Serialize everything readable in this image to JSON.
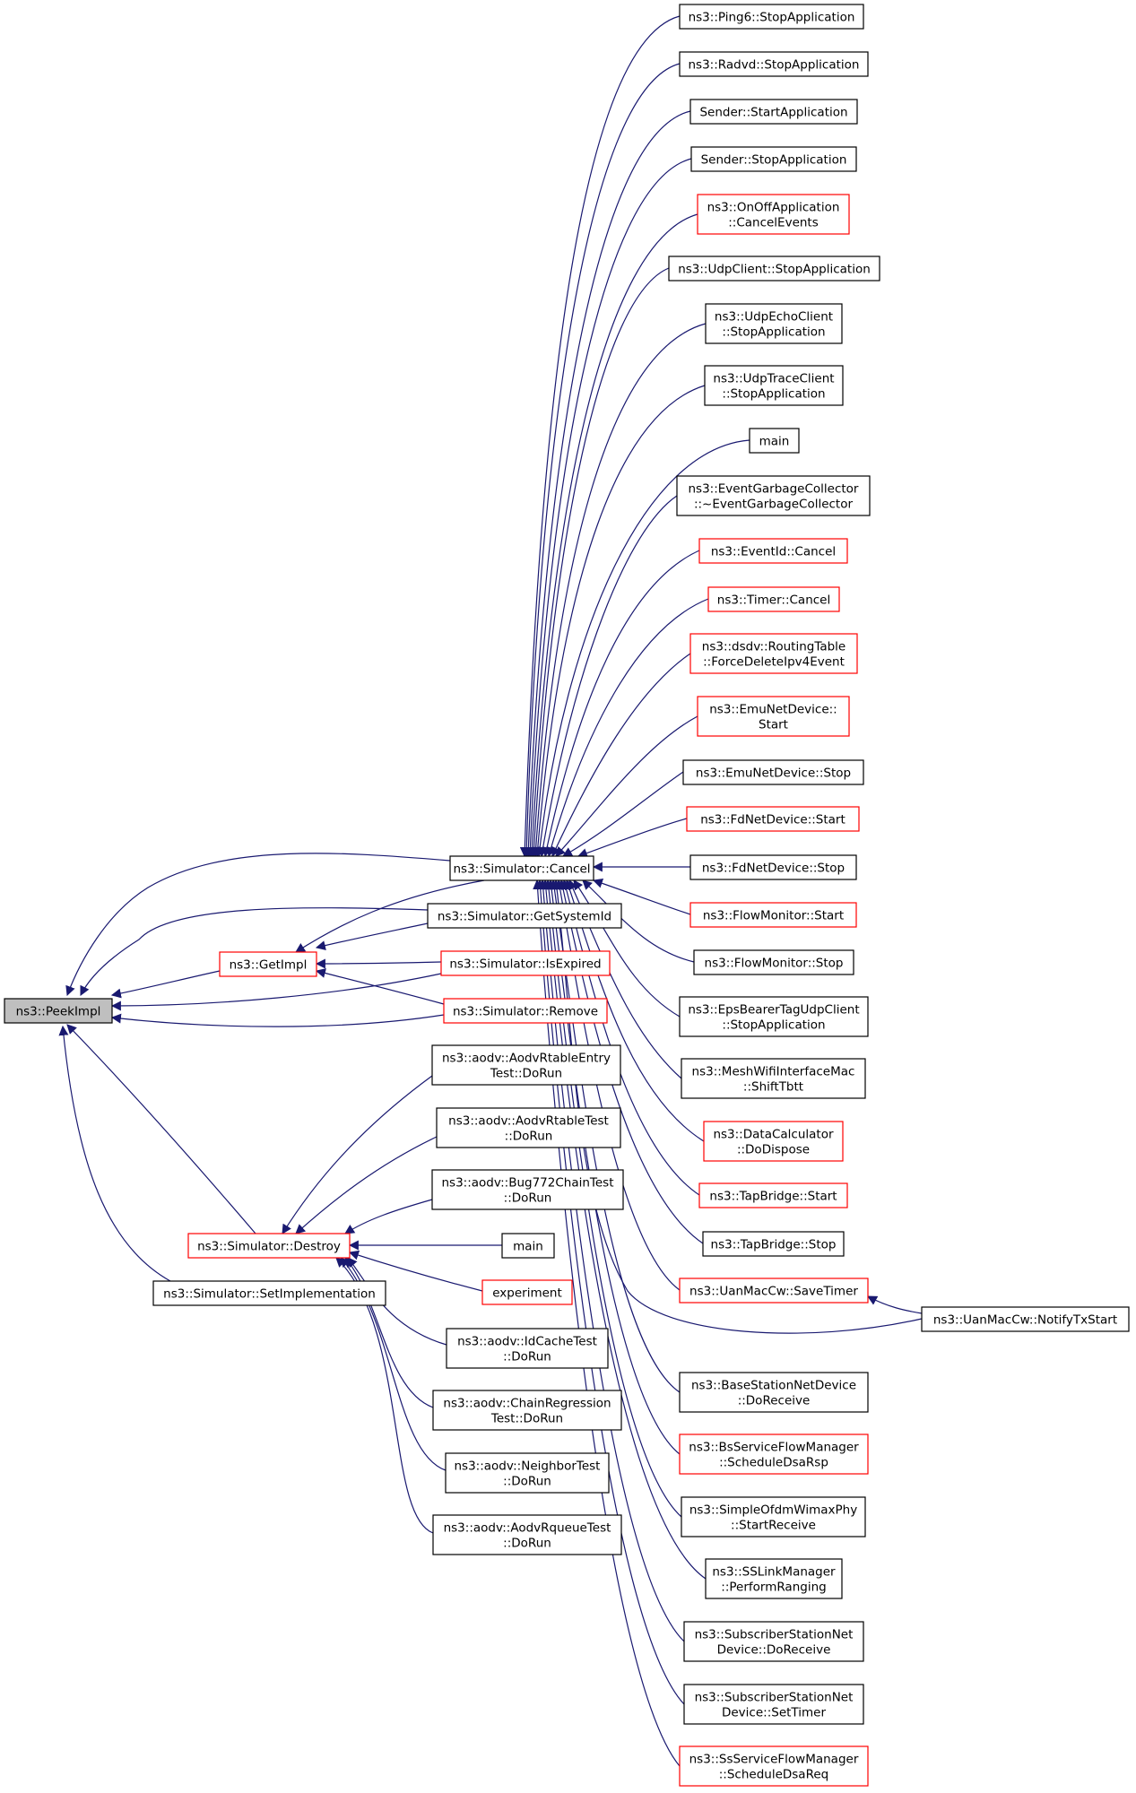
{
  "diagram": {
    "colors": {
      "edge": "#191970",
      "arrowhead": "#191970",
      "node_border_default": "#000000",
      "node_border_truncated": "#ff0000",
      "node_fill_focus": "#bfbfbf",
      "node_fill_default": "#ffffff"
    },
    "nodes": [
      {
        "id": "peekimpl",
        "lines": [
          "ns3::PeekImpl"
        ],
        "border": "black",
        "focus": true
      },
      {
        "id": "getimpl",
        "lines": [
          "ns3::GetImpl"
        ],
        "border": "red"
      },
      {
        "id": "cancel",
        "lines": [
          "ns3::Simulator::Cancel"
        ],
        "border": "black"
      },
      {
        "id": "getsystemid",
        "lines": [
          "ns3::Simulator::GetSystemId"
        ],
        "border": "black"
      },
      {
        "id": "isexpired",
        "lines": [
          "ns3::Simulator::IsExpired"
        ],
        "border": "red"
      },
      {
        "id": "remove",
        "lines": [
          "ns3::Simulator::Remove"
        ],
        "border": "red"
      },
      {
        "id": "destroy",
        "lines": [
          "ns3::Simulator::Destroy"
        ],
        "border": "red"
      },
      {
        "id": "setimpl",
        "lines": [
          "ns3::Simulator::SetImplementation"
        ],
        "border": "black"
      },
      {
        "id": "ping6",
        "lines": [
          "ns3::Ping6::StopApplication"
        ],
        "border": "black"
      },
      {
        "id": "radvd",
        "lines": [
          "ns3::Radvd::StopApplication"
        ],
        "border": "black"
      },
      {
        "id": "senderstart",
        "lines": [
          "Sender::StartApplication"
        ],
        "border": "black"
      },
      {
        "id": "senderstop",
        "lines": [
          "Sender::StopApplication"
        ],
        "border": "black"
      },
      {
        "id": "onoff",
        "lines": [
          "ns3::OnOffApplication",
          "::CancelEvents"
        ],
        "border": "red"
      },
      {
        "id": "udpclient",
        "lines": [
          "ns3::UdpClient::StopApplication"
        ],
        "border": "black"
      },
      {
        "id": "udpecho",
        "lines": [
          "ns3::UdpEchoClient",
          "::StopApplication"
        ],
        "border": "black"
      },
      {
        "id": "udptrace",
        "lines": [
          "ns3::UdpTraceClient",
          "::StopApplication"
        ],
        "border": "black"
      },
      {
        "id": "main1",
        "lines": [
          "main"
        ],
        "border": "black"
      },
      {
        "id": "egc",
        "lines": [
          "ns3::EventGarbageCollector",
          "::~EventGarbageCollector"
        ],
        "border": "black"
      },
      {
        "id": "eventid",
        "lines": [
          "ns3::EventId::Cancel"
        ],
        "border": "red"
      },
      {
        "id": "timer",
        "lines": [
          "ns3::Timer::Cancel"
        ],
        "border": "red"
      },
      {
        "id": "dsdv",
        "lines": [
          "ns3::dsdv::RoutingTable",
          "::ForceDeleteIpv4Event"
        ],
        "border": "red"
      },
      {
        "id": "emustart",
        "lines": [
          "ns3::EmuNetDevice::",
          "Start"
        ],
        "border": "red"
      },
      {
        "id": "emustop",
        "lines": [
          "ns3::EmuNetDevice::Stop"
        ],
        "border": "black"
      },
      {
        "id": "fdstart",
        "lines": [
          "ns3::FdNetDevice::Start"
        ],
        "border": "red"
      },
      {
        "id": "fdstop",
        "lines": [
          "ns3::FdNetDevice::Stop"
        ],
        "border": "black"
      },
      {
        "id": "fmstart",
        "lines": [
          "ns3::FlowMonitor::Start"
        ],
        "border": "red"
      },
      {
        "id": "fmstop",
        "lines": [
          "ns3::FlowMonitor::Stop"
        ],
        "border": "black"
      },
      {
        "id": "epsbearer",
        "lines": [
          "ns3::EpsBearerTagUdpClient",
          "::StopApplication"
        ],
        "border": "black"
      },
      {
        "id": "meshwifi",
        "lines": [
          "ns3::MeshWifiInterfaceMac",
          "::ShiftTbtt"
        ],
        "border": "black"
      },
      {
        "id": "datacalc",
        "lines": [
          "ns3::DataCalculator",
          "::DoDispose"
        ],
        "border": "red"
      },
      {
        "id": "tapstart",
        "lines": [
          "ns3::TapBridge::Start"
        ],
        "border": "red"
      },
      {
        "id": "tapstop",
        "lines": [
          "ns3::TapBridge::Stop"
        ],
        "border": "black"
      },
      {
        "id": "uansave",
        "lines": [
          "ns3::UanMacCw::SaveTimer"
        ],
        "border": "red"
      },
      {
        "id": "uannotify",
        "lines": [
          "ns3::UanMacCw::NotifyTxStart"
        ],
        "border": "black"
      },
      {
        "id": "bsnetdev",
        "lines": [
          "ns3::BaseStationNetDevice",
          "::DoReceive"
        ],
        "border": "black"
      },
      {
        "id": "bsservice",
        "lines": [
          "ns3::BsServiceFlowManager",
          "::ScheduleDsaRsp"
        ],
        "border": "red"
      },
      {
        "id": "simpleofdm",
        "lines": [
          "ns3::SimpleOfdmWimaxPhy",
          "::StartReceive"
        ],
        "border": "black"
      },
      {
        "id": "sslink",
        "lines": [
          "ns3::SSLinkManager",
          "::PerformRanging"
        ],
        "border": "black"
      },
      {
        "id": "ssnetrecv",
        "lines": [
          "ns3::SubscriberStationNet",
          "Device::DoReceive"
        ],
        "border": "black"
      },
      {
        "id": "ssnettimer",
        "lines": [
          "ns3::SubscriberStationNet",
          "Device::SetTimer"
        ],
        "border": "black"
      },
      {
        "id": "ssservice",
        "lines": [
          "ns3::SsServiceFlowManager",
          "::ScheduleDsaReq"
        ],
        "border": "red"
      },
      {
        "id": "aodvrtentry",
        "lines": [
          "ns3::aodv::AodvRtableEntry",
          "Test::DoRun"
        ],
        "border": "black"
      },
      {
        "id": "aodvrt",
        "lines": [
          "ns3::aodv::AodvRtableTest",
          "::DoRun"
        ],
        "border": "black"
      },
      {
        "id": "bug772",
        "lines": [
          "ns3::aodv::Bug772ChainTest",
          "::DoRun"
        ],
        "border": "black"
      },
      {
        "id": "main2",
        "lines": [
          "main"
        ],
        "border": "black"
      },
      {
        "id": "experiment",
        "lines": [
          "experiment"
        ],
        "border": "red"
      },
      {
        "id": "idcache",
        "lines": [
          "ns3::aodv::IdCacheTest",
          "::DoRun"
        ],
        "border": "black"
      },
      {
        "id": "chainreg",
        "lines": [
          "ns3::aodv::ChainRegression",
          "Test::DoRun"
        ],
        "border": "black"
      },
      {
        "id": "neighbor",
        "lines": [
          "ns3::aodv::NeighborTest",
          "::DoRun"
        ],
        "border": "black"
      },
      {
        "id": "rqueue",
        "lines": [
          "ns3::aodv::AodvRqueueTest",
          "::DoRun"
        ],
        "border": "black"
      }
    ],
    "edges": [
      {
        "from": "getimpl",
        "to": "peekimpl"
      },
      {
        "from": "cancel",
        "to": "peekimpl"
      },
      {
        "from": "getsystemid",
        "to": "peekimpl"
      },
      {
        "from": "isexpired",
        "to": "peekimpl"
      },
      {
        "from": "remove",
        "to": "peekimpl"
      },
      {
        "from": "destroy",
        "to": "peekimpl"
      },
      {
        "from": "setimpl",
        "to": "peekimpl"
      },
      {
        "from": "cancel",
        "to": "getimpl"
      },
      {
        "from": "getsystemid",
        "to": "getimpl"
      },
      {
        "from": "isexpired",
        "to": "getimpl"
      },
      {
        "from": "remove",
        "to": "getimpl"
      },
      {
        "from": "ping6",
        "to": "cancel"
      },
      {
        "from": "radvd",
        "to": "cancel"
      },
      {
        "from": "senderstart",
        "to": "cancel"
      },
      {
        "from": "senderstop",
        "to": "cancel"
      },
      {
        "from": "onoff",
        "to": "cancel"
      },
      {
        "from": "udpclient",
        "to": "cancel"
      },
      {
        "from": "udpecho",
        "to": "cancel"
      },
      {
        "from": "udptrace",
        "to": "cancel"
      },
      {
        "from": "main1",
        "to": "cancel"
      },
      {
        "from": "egc",
        "to": "cancel"
      },
      {
        "from": "eventid",
        "to": "cancel"
      },
      {
        "from": "timer",
        "to": "cancel"
      },
      {
        "from": "dsdv",
        "to": "cancel"
      },
      {
        "from": "emustart",
        "to": "cancel"
      },
      {
        "from": "emustop",
        "to": "cancel"
      },
      {
        "from": "fdstart",
        "to": "cancel"
      },
      {
        "from": "fdstop",
        "to": "cancel"
      },
      {
        "from": "fmstart",
        "to": "cancel"
      },
      {
        "from": "fmstop",
        "to": "cancel"
      },
      {
        "from": "epsbearer",
        "to": "cancel"
      },
      {
        "from": "meshwifi",
        "to": "cancel"
      },
      {
        "from": "datacalc",
        "to": "cancel"
      },
      {
        "from": "tapstart",
        "to": "cancel"
      },
      {
        "from": "tapstop",
        "to": "cancel"
      },
      {
        "from": "uansave",
        "to": "cancel"
      },
      {
        "from": "uannotify",
        "to": "cancel"
      },
      {
        "from": "uannotify",
        "to": "uansave"
      },
      {
        "from": "bsnetdev",
        "to": "cancel"
      },
      {
        "from": "bsservice",
        "to": "cancel"
      },
      {
        "from": "simpleofdm",
        "to": "cancel"
      },
      {
        "from": "sslink",
        "to": "cancel"
      },
      {
        "from": "ssnetrecv",
        "to": "cancel"
      },
      {
        "from": "ssnettimer",
        "to": "cancel"
      },
      {
        "from": "ssservice",
        "to": "cancel"
      },
      {
        "from": "aodvrtentry",
        "to": "destroy"
      },
      {
        "from": "aodvrt",
        "to": "destroy"
      },
      {
        "from": "bug772",
        "to": "destroy"
      },
      {
        "from": "main2",
        "to": "destroy"
      },
      {
        "from": "experiment",
        "to": "destroy"
      },
      {
        "from": "idcache",
        "to": "destroy"
      },
      {
        "from": "chainreg",
        "to": "destroy"
      },
      {
        "from": "neighbor",
        "to": "destroy"
      },
      {
        "from": "rqueue",
        "to": "destroy"
      }
    ]
  }
}
